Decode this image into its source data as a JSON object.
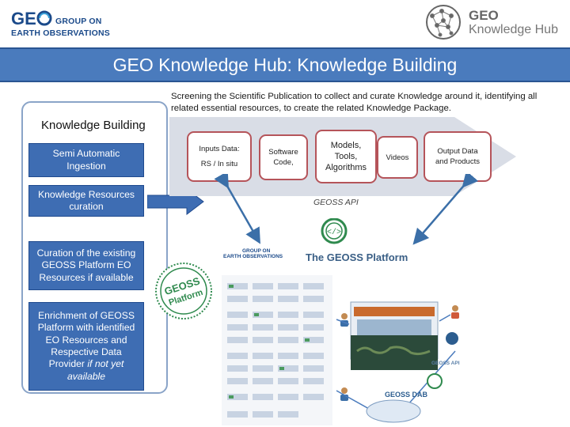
{
  "header": {
    "geo_logo_line1": "GROUP ON",
    "geo_logo_line2": "EARTH OBSERVATIONS",
    "hub_logo_line1": "GEO",
    "hub_logo_line2": "Knowledge Hub"
  },
  "title": "GEO Knowledge Hub: Knowledge Building",
  "description": "Screening the Scientific Publication to collect and curate Knowledge around it, identifying all related  essential resources, to create the related Knowledge Package.",
  "left_panel": {
    "title": "Knowledge Building",
    "semi_automatic": "Semi Automatic Ingestion",
    "resources_curation": "Knowledge Resources curation",
    "curation_existing": "Curation of the existing GEOSS Platform EO Resources if available",
    "enrichment_main": "Enrichment of GEOSS Platform with identified EO Resources and Respective Data Provider ",
    "enrichment_italic": "if not yet available"
  },
  "flow": {
    "stages": [
      {
        "line1": "Inputs Data:",
        "line2": "RS / In situ"
      },
      {
        "line1": "Software",
        "line2": "Code,"
      },
      {
        "line1": "Models,",
        "line2": "Tools,",
        "line3": "Algorithms"
      },
      {
        "line1": "Videos"
      },
      {
        "line1": "Output Data",
        "line2": "and Products"
      }
    ],
    "api_label": "GEOSS API"
  },
  "platform": {
    "title": "The GEOSS Platform",
    "geo_small_line1": "GROUP ON",
    "geo_small_line2": "EARTH OBSERVATIONS",
    "seal_text_top": "GEOSS",
    "seal_text_bottom": "Platform",
    "api_small": "GEOSS API",
    "dab_label": "GEOSS DAB"
  },
  "colors": {
    "banner": "#4a7bbd",
    "box_blue": "#3e6db3",
    "stage_border": "#b5545a",
    "chevron": "#d9dde6",
    "seal_green": "#2f8a4e"
  }
}
